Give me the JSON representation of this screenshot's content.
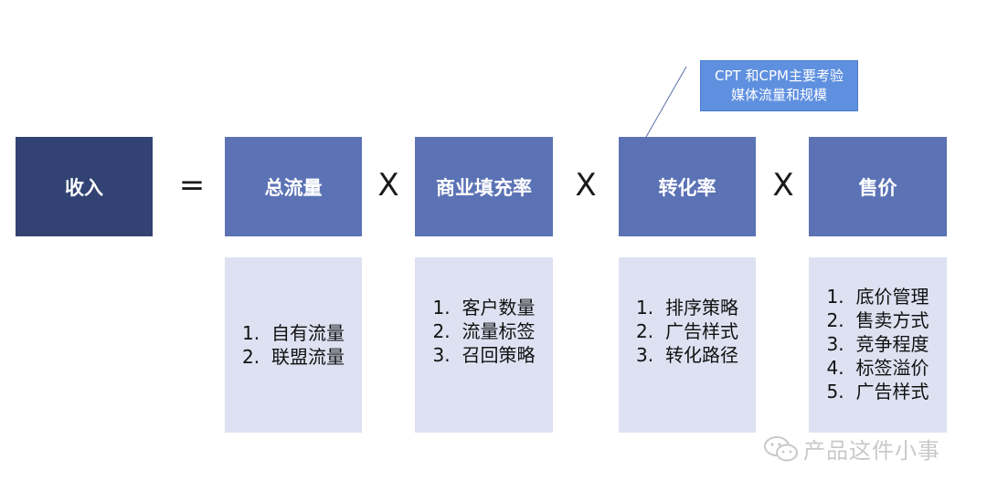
{
  "formula": {
    "revenue": "收入",
    "equals": "=",
    "multiply": "X",
    "factors": [
      {
        "label": "总流量",
        "items": [
          "自有流量",
          "联盟流量"
        ]
      },
      {
        "label": "商业填充率",
        "items": [
          "客户数量",
          "流量标签",
          "召回策略"
        ]
      },
      {
        "label": "转化率",
        "items": [
          "排序策略",
          "广告样式",
          "转化路径"
        ]
      },
      {
        "label": "售价",
        "items": [
          "底价管理",
          "售卖方式",
          "竞争程度",
          "标签溢价",
          "广告样式"
        ]
      }
    ]
  },
  "callout": {
    "text": "CPT 和CPM主要考验媒体流量和规模"
  },
  "watermark": {
    "text": "产品这件小事",
    "icon": "wechat-icon"
  },
  "colors": {
    "revenue_box": "#324373",
    "factor_box": "#5b72b5",
    "detail_box": "#dde1f1",
    "callout_box": "#5f90e0"
  }
}
